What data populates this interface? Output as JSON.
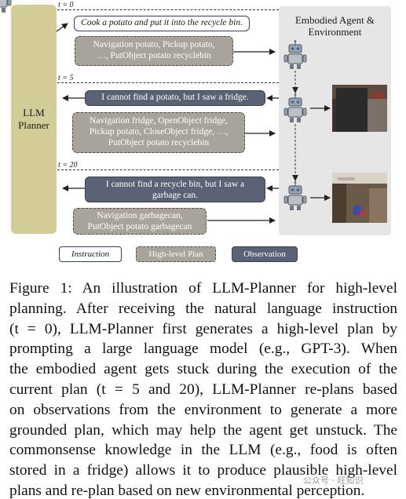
{
  "figure": {
    "llm_planner_label": "LLM\nPlanner",
    "environment_title": "Embodied Agent &\nEnvironment",
    "time_labels": [
      "t = 0",
      "t = 5",
      "t = 20"
    ],
    "instruction": "Cook a potato and put it into the recycle bin.",
    "plans": [
      "Navigation potato, Pickup potato,\n…, PutObject potato recyclebin",
      "Navigation fridge, OpenObject fridge,\nPickup potato, CloseObject fridge, …,\nPutObject potato recyclebin",
      "Navigation garbagecan,\nPutObject potato garbagecan"
    ],
    "observations": [
      "I cannot find a potato, but I saw a fridge.",
      "I cannot find a recycle bin, but I saw a\ngarbage can."
    ],
    "legend": {
      "instruction": "Instruction",
      "plan": "High-level Plan",
      "observation": "Observation"
    },
    "colors": {
      "llm_box": "#d2cc97",
      "environment_box": "#e6e6e6",
      "plan_fill": "#a9a49b",
      "observation_fill": "#5b6275",
      "instruction_border": "#2f4270"
    },
    "icons": [
      "robot-icon",
      "fridge-scene-image",
      "garbagecan-scene-image"
    ]
  },
  "caption": {
    "lines": [
      "Figure 1: An illustration of LLM-Planner for high-level",
      "planning. After receiving the natural language instruction",
      "(t = 0), LLM-Planner first generates a high-level plan by",
      "prompting a large language model (e.g., GPT-3). When",
      "the embodied agent gets stuck during the execution of the",
      "current plan (t = 5 and 20), LLM-Planner re-plans based",
      "on observations from the environment to generate a more",
      "grounded plan, which may help the agent get unstuck. The",
      "commonsense knowledge in the LLM (e.g., food is often",
      "stored in a fridge) allows it to produce plausible high-level",
      "plans and re-plan based on new environmental perception."
    ]
  },
  "watermark": "公众号 · 旺知识"
}
